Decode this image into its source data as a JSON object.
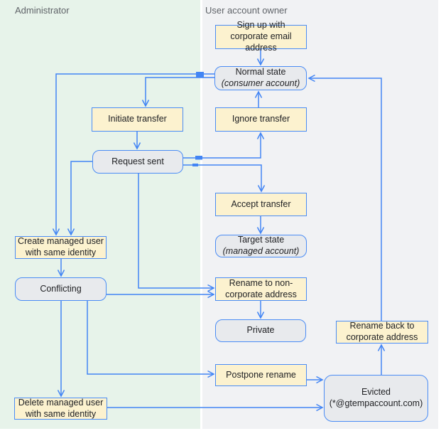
{
  "lanes": {
    "left": {
      "title": "Administrator"
    },
    "right": {
      "title": "User account owner"
    }
  },
  "nodes": {
    "signup": {
      "label": "Sign up with corporate email address"
    },
    "normal_state": {
      "title": "Normal state",
      "subtitle": "(consumer account)"
    },
    "initiate_transfer": {
      "label": "Initiate transfer"
    },
    "ignore_transfer": {
      "label": "Ignore transfer"
    },
    "request_sent": {
      "label": "Request sent"
    },
    "accept_transfer": {
      "label": "Accept transfer"
    },
    "target_state": {
      "title": "Target state",
      "subtitle": "(managed account)"
    },
    "create_managed_user": {
      "label": "Create managed user with same identity"
    },
    "conflicting": {
      "label": "Conflicting"
    },
    "rename_non_corporate": {
      "label": "Rename to non-corporate address"
    },
    "private_state": {
      "label": "Private"
    },
    "rename_back": {
      "label": "Rename back to corporate address"
    },
    "postpone_rename": {
      "label": "Postpone rename"
    },
    "evicted": {
      "title": "Evicted",
      "subtitle": "(*@gtempaccount.com)"
    },
    "delete_managed_user": {
      "label": "Delete managed user with same identity"
    }
  },
  "colors": {
    "action_fill": "#fcf2cf",
    "state_fill": "#e8eaed",
    "stroke": "#4285f4",
    "node_border": "#4a8cf5",
    "lane_left_fill": "#e7f3ea",
    "lane_right_fill": "#f1f2f4",
    "lane_title": "#5f6368"
  }
}
